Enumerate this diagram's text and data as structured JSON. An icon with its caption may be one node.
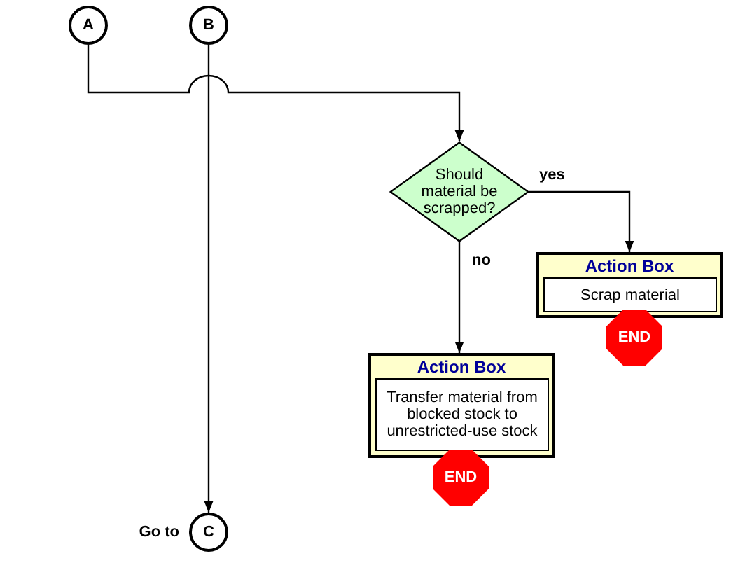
{
  "diagram": {
    "nodes": [
      {
        "text": [
          "A"
        ]
      },
      {
        "text": [
          "B"
        ]
      },
      {
        "text": [
          "Should material be scrapped?"
        ]
      },
      {
        "text": [
          "Action Box"
        ]
      },
      {
        "text": [
          "Scrap material"
        ],
        "in": 3
      },
      {
        "text": [
          "END"
        ]
      },
      {
        "text": [
          "Action Box"
        ]
      },
      {
        "text": [
          "Transfer material from blocked stock to unrestricted-use stock"
        ],
        "in": 6
      },
      {
        "text": [
          "END"
        ]
      },
      {
        "text": [
          "C"
        ],
        "beside": [
          "Go to"
        ]
      }
    ],
    "edges": [
      {
        "from": 0,
        "to": 2,
        "arrow": "to"
      },
      {
        "from": 2,
        "to": 3,
        "label": "yes",
        "arrow": "to"
      },
      {
        "from": 2,
        "to": 6,
        "label": "no",
        "arrow": "to"
      },
      {
        "from": 1,
        "to": 9,
        "arrow": "to"
      }
    ]
  }
}
